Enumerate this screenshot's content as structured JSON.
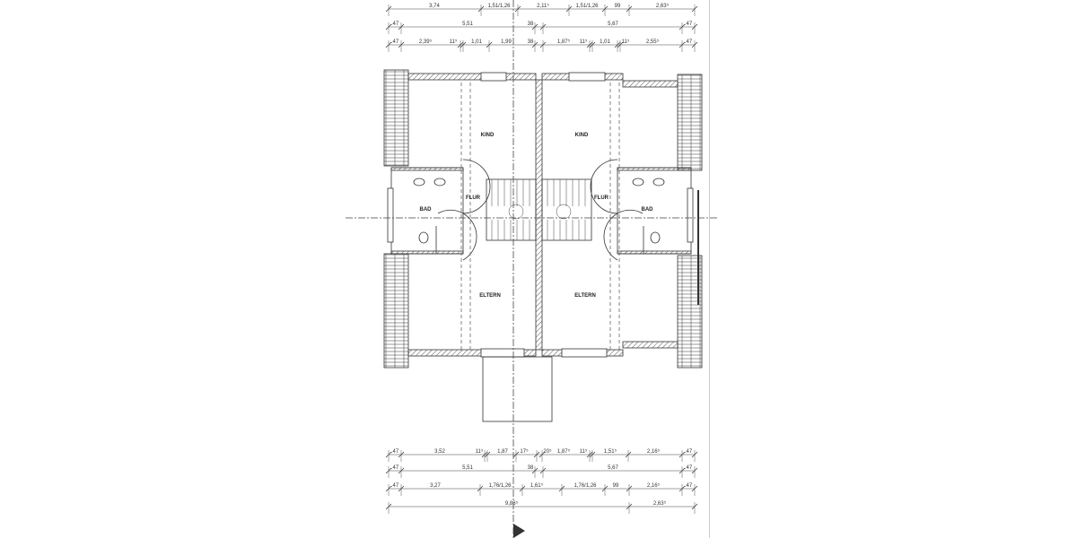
{
  "rooms": {
    "kind_left": "KIND",
    "kind_right": "KIND",
    "flur_left": "FLUR",
    "flur_right": "FLUR",
    "bad_left": "BAD",
    "bad_right": "BAD",
    "eltern_left": "ELTERN",
    "eltern_right": "ELTERN"
  },
  "dimensions": {
    "top": [
      [
        "3,74",
        "1,51/1,26",
        "2,11⁵",
        "1,51/1,26",
        "99",
        "2,63⁵"
      ],
      [
        ".47",
        "5,51",
        "38",
        "5,67",
        ".47"
      ],
      [
        ".47",
        "2,39⁵",
        "11⁵",
        "1,01",
        "1,99",
        "38",
        "1,87⁵",
        "11⁵",
        "1,01",
        "11⁵",
        "2,55⁵",
        ".47"
      ]
    ],
    "bottom": [
      [
        ".47",
        "3,52",
        "11⁵",
        "1,87",
        "17⁵",
        "20⁵",
        "1,87⁵",
        "11⁵",
        "1,51⁵",
        "2,16⁵",
        ".47"
      ],
      [
        ".47",
        "5,51",
        "38",
        "5,67",
        ".47"
      ],
      [
        ".47",
        "3,27",
        "1,76/1,26",
        "1,61⁵",
        "1,76/1,26",
        "99",
        "2,16⁵",
        ".47"
      ],
      [
        "9,86⁵",
        "2,63⁵"
      ]
    ]
  },
  "colors": {
    "line": "#333333",
    "hatch": "#555555"
  }
}
